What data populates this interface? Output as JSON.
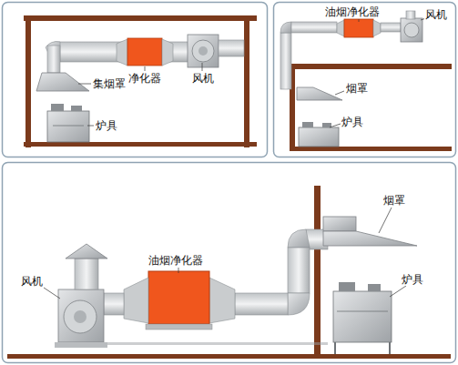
{
  "diagram": {
    "labels": [
      "集烟罩",
      "净化器",
      "风机",
      "炉具",
      "油烟净化器",
      "风机",
      "烟罩",
      "炉具",
      "风机",
      "油烟净化器",
      "烟罩",
      "炉具"
    ]
  }
}
